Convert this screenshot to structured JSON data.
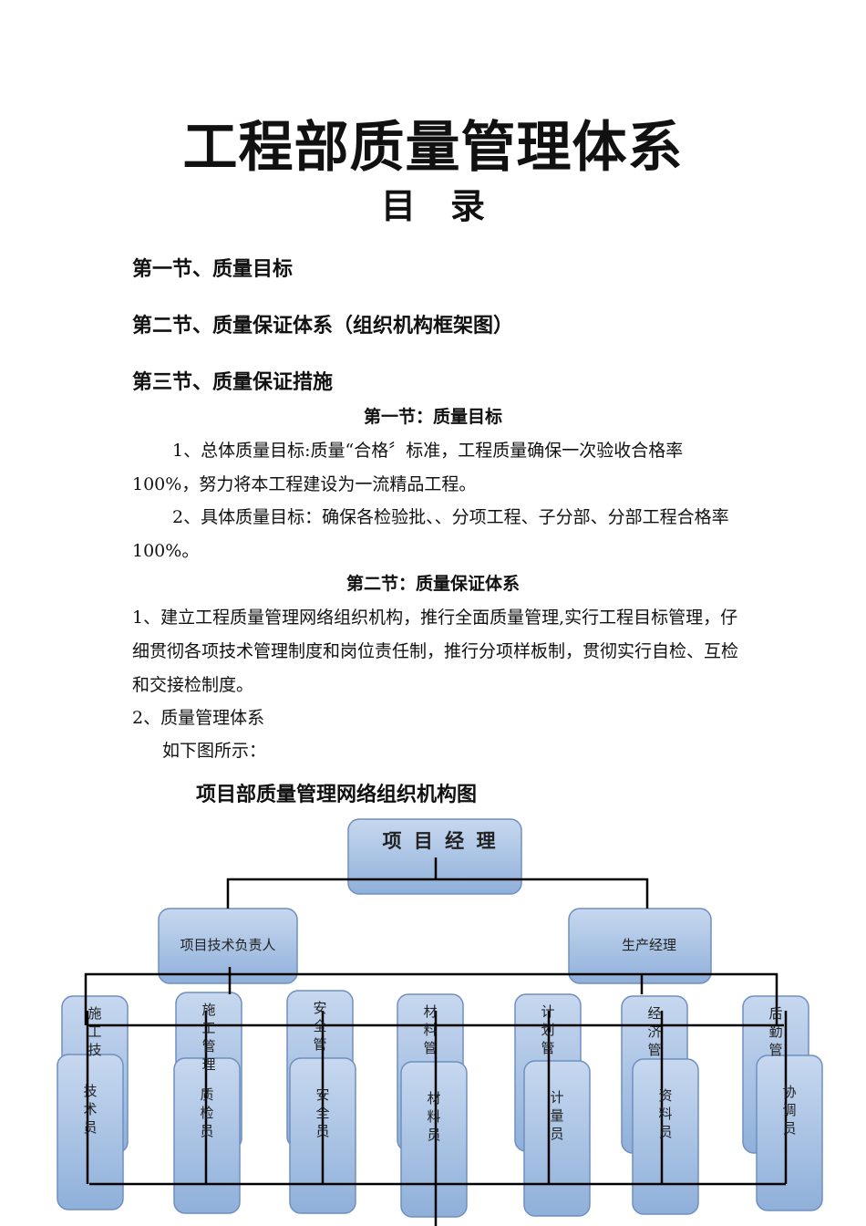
{
  "title": "工程部质量管理体系",
  "toc_heading": "目　录",
  "toc": [
    "第一节、质量目标",
    "第二节、质量保证体系（组织机构框架图）",
    "第三节、质量保证措施"
  ],
  "section1": {
    "heading": "第一节：质量目标",
    "p1": "1、总体质量目标:质量“合格〞标准，工程质量确保一次验收合格率100%，努力将本工程建设为一流精品工程。",
    "p2": "2、具体质量目标：确保各检验批、、分项工程、子分部、分部工程合格率100%。"
  },
  "section2": {
    "heading": "第二节：质量保证体系",
    "p1": "1、建立工程质量管理网络组织机构，推行全面质量管理,实行工程目标管理，仔细贯彻各项技术管理制度和岗位责任制，推行分项样板制，贯彻实行自检、互检和交接检制度。",
    "p2": "2、质量管理体系",
    "p3": "如下图所示："
  },
  "org_chart": {
    "title": "项目部质量管理网络组织机构图",
    "top": "项 目 经 理",
    "level2": [
      "项目技术负责人",
      "生产经理"
    ],
    "managers": [
      "施工技",
      "施工管理",
      "安全管",
      "材料管",
      "计划管",
      "经济管",
      "后勤管"
    ],
    "staff": [
      "技术员",
      "质检员",
      "安全员",
      "材料员",
      "计量员",
      "资料员",
      "协调员"
    ],
    "box_fill": "#9db8dd",
    "box_stroke": "#6f8fc0"
  }
}
